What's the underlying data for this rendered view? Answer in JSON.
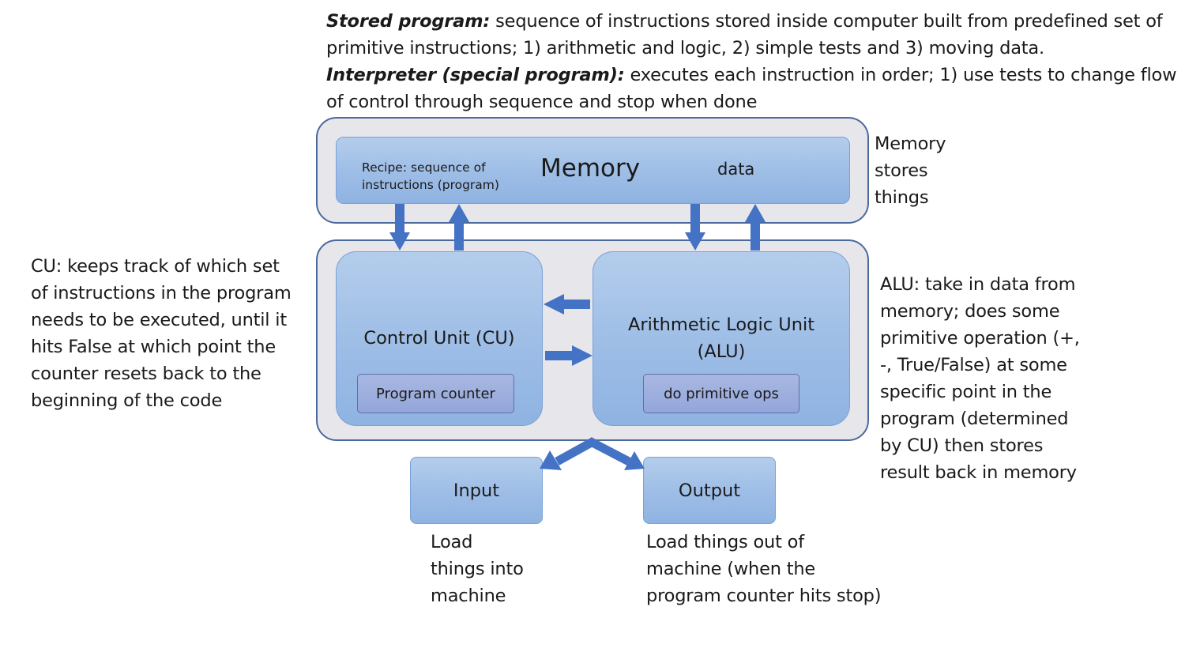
{
  "top": {
    "stored_title": "Stored program:",
    "stored_text": " sequence of instructions stored inside computer built from predefined set of primitive instructions; 1) arithmetic and logic, 2) simple tests and 3) moving data.",
    "interp_title": "Interpreter (special program):",
    "interp_text": " executes each instruction in order; 1) use tests to change flow of control through sequence and stop when done"
  },
  "memory": {
    "title": "Memory",
    "recipe_line1": "Recipe: sequence of",
    "recipe_line2": "instructions (program)",
    "data_label": "data",
    "note_line1": "Memory",
    "note_line2": "stores",
    "note_line3": "things"
  },
  "cu": {
    "title": "Control Unit (CU)",
    "inner": "Program counter",
    "note": [
      "CU: keeps track of which set",
      "of instructions in the program",
      "needs to be executed, until it",
      "hits False at which point the",
      "counter resets back to the",
      "beginning of the code"
    ]
  },
  "alu": {
    "title_line1": "Arithmetic Logic Unit",
    "title_line2": "(ALU)",
    "inner": "do primitive ops",
    "note": [
      "ALU: take in data from",
      "memory; does some",
      "primitive operation (+,",
      "-, True/False) at some",
      "specific point in the",
      "program (determined",
      "by CU) then stores",
      "result back in memory"
    ]
  },
  "input": {
    "title": "Input",
    "note": [
      "Load",
      "things into",
      "machine"
    ]
  },
  "output": {
    "title": "Output",
    "note": [
      "Load things out of",
      "machine (when the",
      "program counter hits stop)"
    ]
  },
  "colors": {
    "arrow": "#4472c4",
    "panel_fill": "#e7e6eb",
    "panel_border": "#4a6a9e",
    "box_fill": "#9dbde6"
  }
}
